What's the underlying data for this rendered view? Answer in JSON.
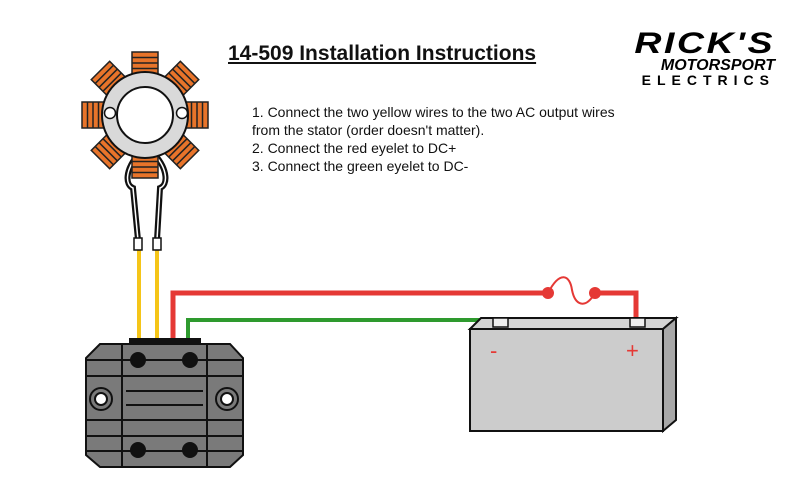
{
  "title": "14-509 Installation Instructions",
  "steps": [
    "1.  Connect the two yellow wires to the two AC output wires",
    "from the stator (order doesn't matter).",
    "2.  Connect the red eyelet to DC+",
    "3.  Connect the green eyelet to DC-"
  ],
  "logo": {
    "line1": "RICK'S",
    "line2": "MOTORSPORT",
    "line3": "ELECTRICS"
  },
  "battery": {
    "negative": "-",
    "positive": "+"
  },
  "colors": {
    "coil": "#e8742a",
    "yellow": "#f5c518",
    "red": "#e53935",
    "green": "#2e9a2e",
    "regulator": "#7a7a7a",
    "battery": "#cccccc"
  }
}
